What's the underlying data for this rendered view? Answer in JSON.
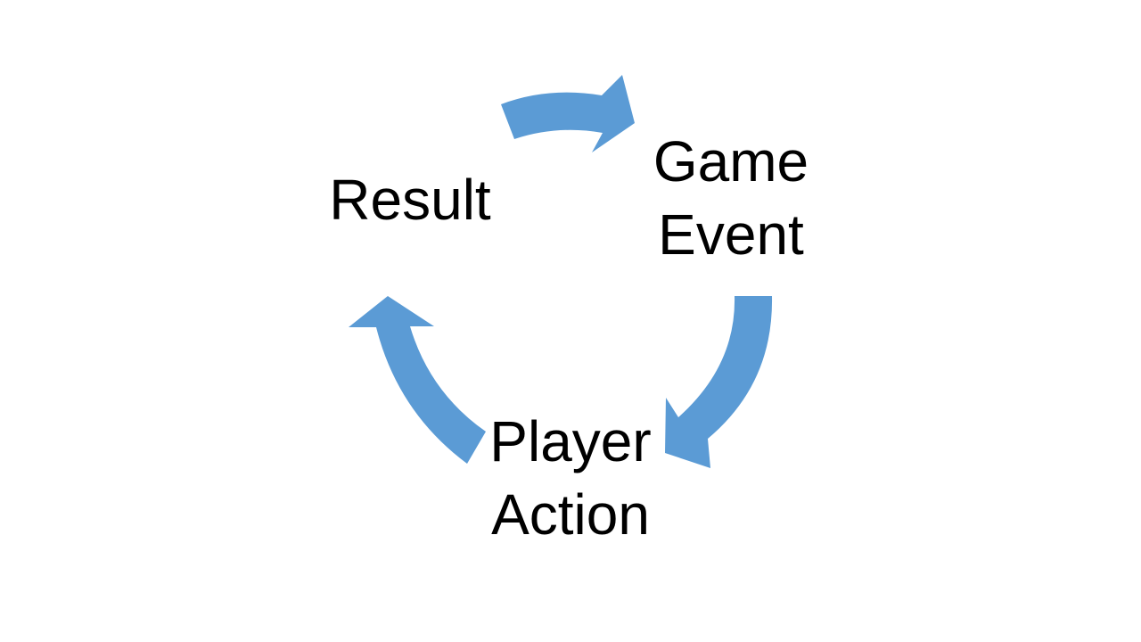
{
  "diagram": {
    "nodes": {
      "result": {
        "line1": "Result"
      },
      "game_event": {
        "line1": "Game",
        "line2": "Event"
      },
      "player_action": {
        "line1": "Player",
        "line2": "Action"
      }
    },
    "edges": [
      {
        "from": "Result",
        "to": "Game Event"
      },
      {
        "from": "Game Event",
        "to": "Player Action"
      },
      {
        "from": "Player Action",
        "to": "Result"
      }
    ],
    "colors": {
      "arrow": "#5b9bd5",
      "text": "#000000",
      "background": "#ffffff"
    }
  }
}
